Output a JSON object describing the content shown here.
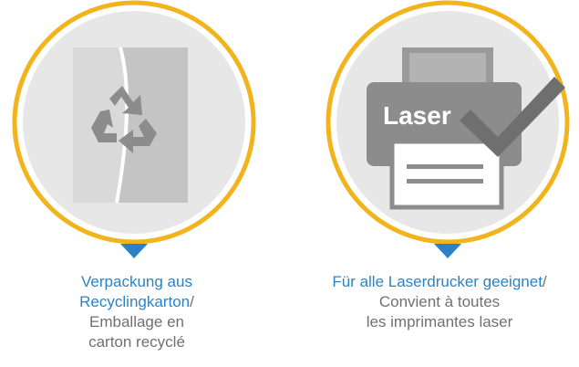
{
  "colors": {
    "ring": "#f2b41c",
    "inner_gray": "#e7e7e7",
    "pointer_blue": "#2a83c9",
    "icon_dark": "#8c8c8c",
    "icon_light": "#d0d0d0",
    "text_blue": "#2a83c9",
    "text_gray": "#707070"
  },
  "features": [
    {
      "icon": "recycling-box-icon",
      "caption": {
        "line1_blue": "Verpackung aus",
        "line2_blue": "Recyclingkarton",
        "line2_slash": "/",
        "line3_gray": "Emballage en",
        "line4_gray": "carton recyclé"
      }
    },
    {
      "icon": "laser-printer-check-icon",
      "printer_label": "Laser",
      "caption": {
        "line1_blue": "Für alle Laserdrucker geeignet",
        "line1_slash": "/",
        "line2_gray": "Convient à toutes",
        "line3_gray": "les imprimantes laser"
      }
    }
  ]
}
